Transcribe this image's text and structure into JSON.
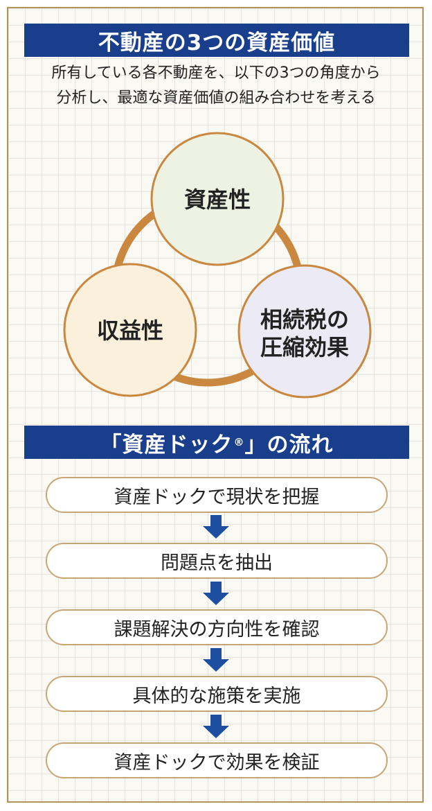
{
  "title": "不動産の3つの資産価値",
  "intro_lines": [
    "所有している各不動産を、以下の3つの角度から",
    "分析し、最適な資産価値の組み合わせを考える"
  ],
  "circles": {
    "top": {
      "lines": [
        "資産性"
      ],
      "fill": "#eef2e2"
    },
    "left": {
      "lines": [
        "収益性"
      ],
      "fill": "#fbf0db"
    },
    "right": {
      "lines": [
        "相続税の",
        "圧縮効果"
      ],
      "fill": "#eceaf4"
    }
  },
  "colors": {
    "header_bg": "#183e8c",
    "ring": "#c9873f",
    "circle_border": "#c9873f",
    "step_border": "#c8a574",
    "arrow": "#1e4ea0",
    "frame_border": "#b3925a"
  },
  "flow_title": "「資産ドック",
  "flow_title_mark": "®",
  "flow_title_suffix": "」の流れ",
  "steps": [
    "資産ドックで現状を把握",
    "問題点を抽出",
    "課題解決の方向性を確認",
    "具体的な施策を実施",
    "資産ドックで効果を検証"
  ],
  "arrow_icon": "down-arrow-icon"
}
